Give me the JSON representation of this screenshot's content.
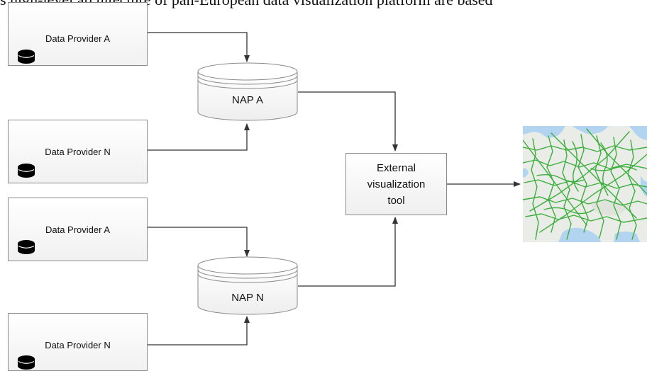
{
  "caption_fragment": "s high-level architecture of pan-European data visualization platform are based",
  "providers": [
    {
      "label": "Data Provider A"
    },
    {
      "label": "Data Provider N"
    },
    {
      "label": "Data Provider A"
    },
    {
      "label": "Data Provider N"
    }
  ],
  "naps": [
    {
      "label": "NAP A"
    },
    {
      "label": "NAP N"
    }
  ],
  "external_tool": {
    "lines": [
      "External",
      "visualization",
      "tool"
    ]
  },
  "colors": {
    "box_border": "#8a8a8a",
    "arrow": "#333333",
    "map_roads": "#3cae3c",
    "map_land": "#e9ece7",
    "map_water": "#b3d4f1"
  },
  "icons": {
    "provider_icon": "database-icon",
    "output_icon": "road-map-image"
  }
}
